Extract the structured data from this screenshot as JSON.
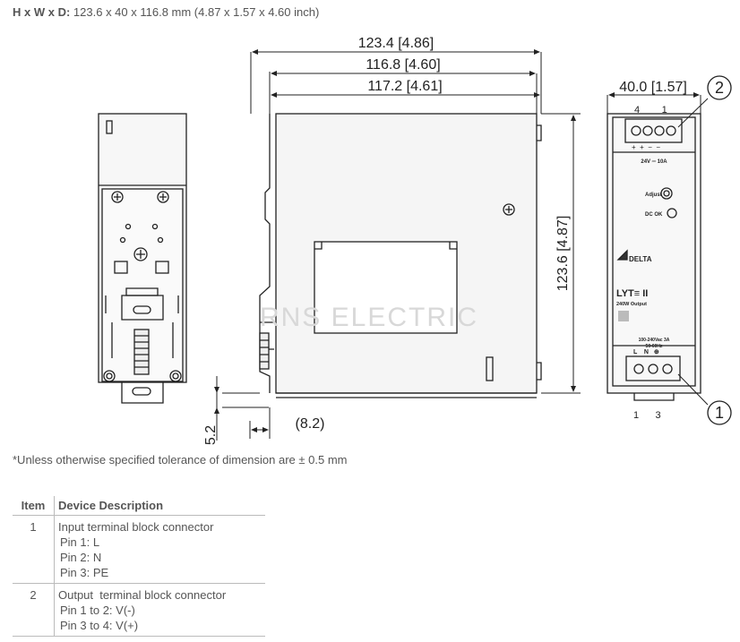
{
  "spec": {
    "label": "H x W x D:",
    "value": "123.6 x 40 x 116.8 mm (4.87 x 1.57 x 4.60 inch)"
  },
  "dimensions": {
    "total_depth": "123.4 [4.86]",
    "body_depth": "116.8 [4.60]",
    "body_depth_alt": "117.2 [4.61]",
    "height": "123.6 [4.87]",
    "width": "40.0 [1.57]",
    "rail_offset": "(8.2)",
    "rail_gap": "5.2"
  },
  "front_panel": {
    "output_pins_label": "4        1",
    "output_polarity": "+  +  −  −",
    "output_rating": "24V ═ 10A",
    "adjust_label": "Adjust",
    "dcok_label": "DC OK",
    "brand": "DELTA",
    "model": "LYT≡ II",
    "model_sub": "240W Output",
    "input_rating": "100-240Vac 3A",
    "input_freq": "50-60Hz",
    "input_terminals": "L    N   ⊕",
    "input_pins_label": "1      3"
  },
  "callouts": {
    "output": "2",
    "input": "1"
  },
  "watermark": "RNS ELECTRIC",
  "tolerance_note": "*Unless otherwise specified tolerance of dimension are ± 0.5 mm",
  "table": {
    "headers": {
      "item": "Item",
      "description": "Device Description"
    },
    "rows": [
      {
        "item": "1",
        "description": "Input terminal block connector",
        "pins": [
          "Pin 1: L",
          "Pin 2: N",
          "Pin 3: PE"
        ]
      },
      {
        "item": "2",
        "description": "Output  terminal block connector",
        "pins": [
          "Pin 1 to 2: V(-)",
          "Pin 3 to 4: V(+)"
        ]
      }
    ]
  }
}
